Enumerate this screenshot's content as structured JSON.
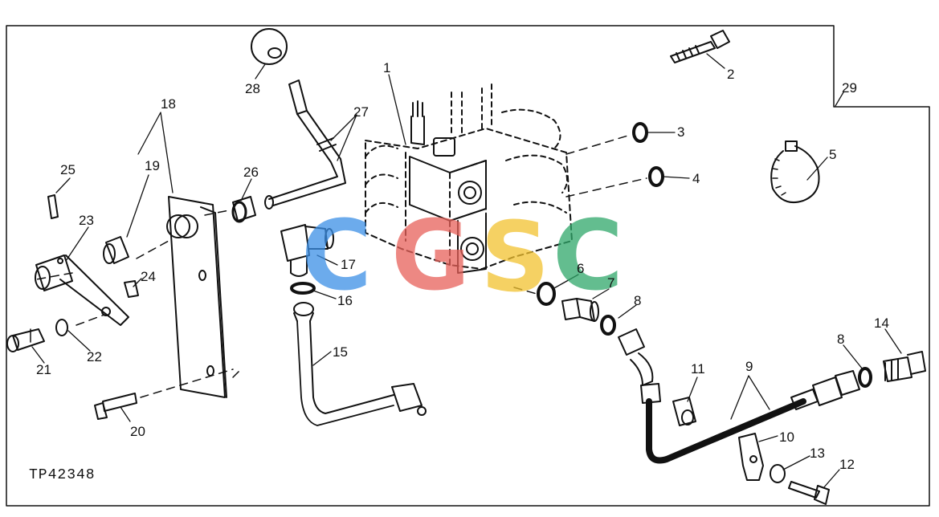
{
  "figure_id": "TP42348",
  "watermark": "CGSC",
  "callouts": [
    "1",
    "2",
    "3",
    "4",
    "5",
    "6",
    "7",
    "8",
    "8",
    "9",
    "10",
    "11",
    "12",
    "13",
    "14",
    "15",
    "16",
    "17",
    "18",
    "19",
    "20",
    "21",
    "22",
    "23",
    "24",
    "25",
    "26",
    "27",
    "28",
    "29"
  ],
  "colors": {
    "line": "#111111",
    "watermark_c1": "#3b8fe6",
    "watermark_g": "#e8615a",
    "watermark_s": "#f2c230",
    "watermark_c2": "#2fa86a"
  }
}
